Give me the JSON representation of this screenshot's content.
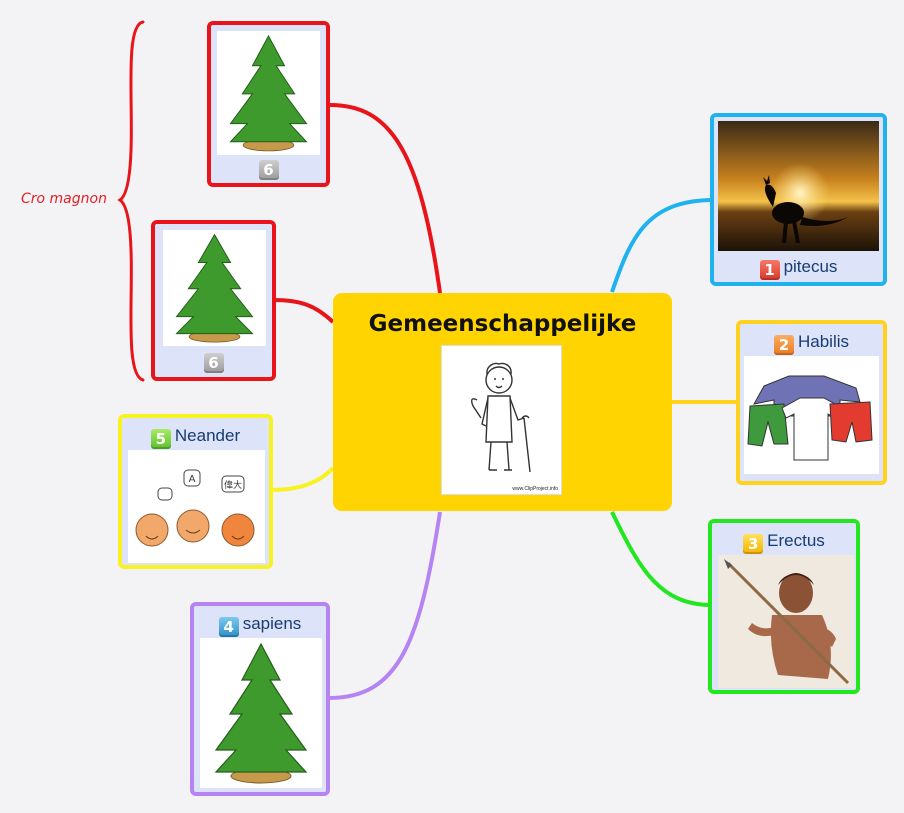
{
  "central_topic": {
    "title": "Gemeenschappelijke",
    "image_icon": "old-man-with-cane-clipart",
    "image_credit": "www.ClipProject.info"
  },
  "branches": [
    {
      "id": "pitecus",
      "badge": "1",
      "label": "pitecus",
      "color": "#1fb2ef",
      "image_icon": "kangaroo-sunset-photo"
    },
    {
      "id": "habilis",
      "badge": "2",
      "label": "Habilis",
      "color": "#ffd21f",
      "image_icon": "clothes-clipart"
    },
    {
      "id": "erectus",
      "badge": "3",
      "label": "Erectus",
      "color": "#22e61f",
      "image_icon": "early-human-with-spear-photo"
    },
    {
      "id": "sapiens",
      "badge": "4",
      "label": "sapiens",
      "color": "#b584f2",
      "image_icon": "pine-tree-clipart"
    },
    {
      "id": "neander",
      "badge": "5",
      "label": "Neander",
      "color": "#f7f223",
      "image_icon": "talking-faces-clipart"
    },
    {
      "id": "cro-top",
      "badge": "6",
      "label": "",
      "color": "#e8141a",
      "image_icon": "pine-tree-clipart"
    },
    {
      "id": "cro-bottom",
      "badge": "6",
      "label": "",
      "color": "#e8141a",
      "image_icon": "pine-tree-clipart"
    }
  ],
  "boundary": {
    "label": "Cro magnon",
    "color": "#e3202a"
  },
  "speech_bubbles": [
    "A",
    "偉大"
  ]
}
